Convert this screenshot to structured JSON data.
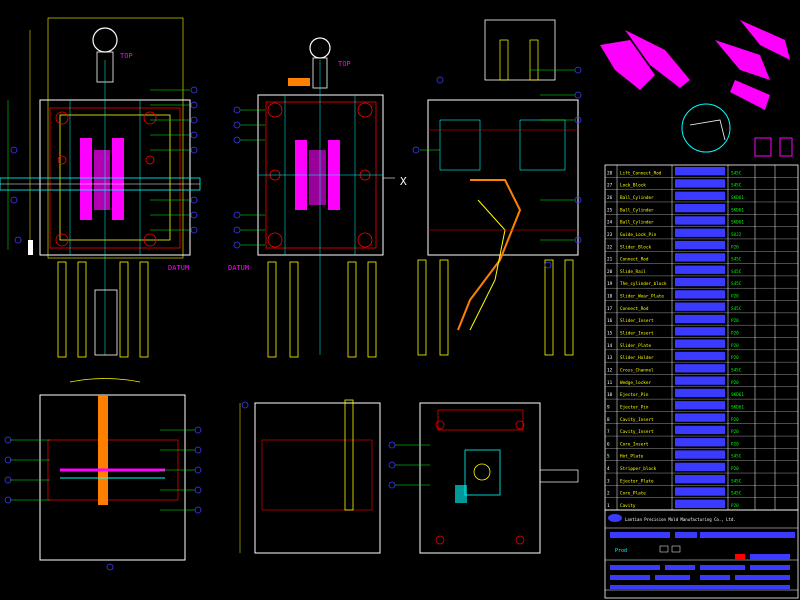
{
  "drawing": {
    "labels": {
      "top_1": "TOP",
      "top_2": "TOP",
      "datum_1": "DATUM",
      "datum_2": "DATUM",
      "x_marker": "X"
    },
    "title_block": {
      "company": "Lantian Precision Mold Manufacturing Co., Ltd.",
      "drawing_name": "Prod"
    },
    "bom_rows": [
      {
        "no": "28",
        "name": "Lift_Connect_Rod",
        "spec": "S45C"
      },
      {
        "no": "27",
        "name": "Lock_Block",
        "spec": "S45C"
      },
      {
        "no": "26",
        "name": "Ball_Cylinder",
        "spec": "SKD61"
      },
      {
        "no": "25",
        "name": "Ball_Cylinder",
        "spec": "SKD61"
      },
      {
        "no": "24",
        "name": "Ball_Cylinder",
        "spec": "SKD61"
      },
      {
        "no": "23",
        "name": "Guide_Lock_Pin",
        "spec": "SUJ2"
      },
      {
        "no": "22",
        "name": "Slider_Block",
        "spec": "P20"
      },
      {
        "no": "21",
        "name": "Connect_Rod",
        "spec": "S45C"
      },
      {
        "no": "20",
        "name": "Slide_Rail",
        "spec": "S45C"
      },
      {
        "no": "19",
        "name": "The_cylinder_block",
        "spec": "S45C"
      },
      {
        "no": "18",
        "name": "Slider_Wear_Plate",
        "spec": "P20"
      },
      {
        "no": "17",
        "name": "Connect_Rod",
        "spec": "S45C"
      },
      {
        "no": "16",
        "name": "Slider_Insert",
        "spec": "P20"
      },
      {
        "no": "15",
        "name": "Slider_Insert",
        "spec": "P20"
      },
      {
        "no": "14",
        "name": "Slider_Plate",
        "spec": "P20"
      },
      {
        "no": "13",
        "name": "Slider_Holder",
        "spec": "P20"
      },
      {
        "no": "12",
        "name": "Cross_Channel",
        "spec": "S45C"
      },
      {
        "no": "11",
        "name": "Wedge_locker",
        "spec": "P20"
      },
      {
        "no": "10",
        "name": "Ejector_Pin",
        "spec": "SKD61"
      },
      {
        "no": "9",
        "name": "Ejector_Pin",
        "spec": "SKD61"
      },
      {
        "no": "8",
        "name": "Cavity_Insert",
        "spec": "P20"
      },
      {
        "no": "7",
        "name": "Cavity_Insert",
        "spec": "P20"
      },
      {
        "no": "6",
        "name": "Core_Insert",
        "spec": "P20"
      },
      {
        "no": "5",
        "name": "Hot_Plate",
        "spec": "S45C"
      },
      {
        "no": "4",
        "name": "Stripper_block",
        "spec": "P20"
      },
      {
        "no": "3",
        "name": "Ejector_Plate",
        "spec": "S45C"
      },
      {
        "no": "2",
        "name": "Core_Plate",
        "spec": "S45C"
      },
      {
        "no": "1",
        "name": "Cavity",
        "spec": "P20"
      }
    ],
    "colors": {
      "background": "#000000",
      "magenta": "#ff00ff",
      "yellow": "#ffff00",
      "cyan": "#00ffff",
      "green": "#00ff00",
      "red": "#ff0000",
      "blue": "#3b3bff",
      "white": "#ffffff"
    }
  }
}
